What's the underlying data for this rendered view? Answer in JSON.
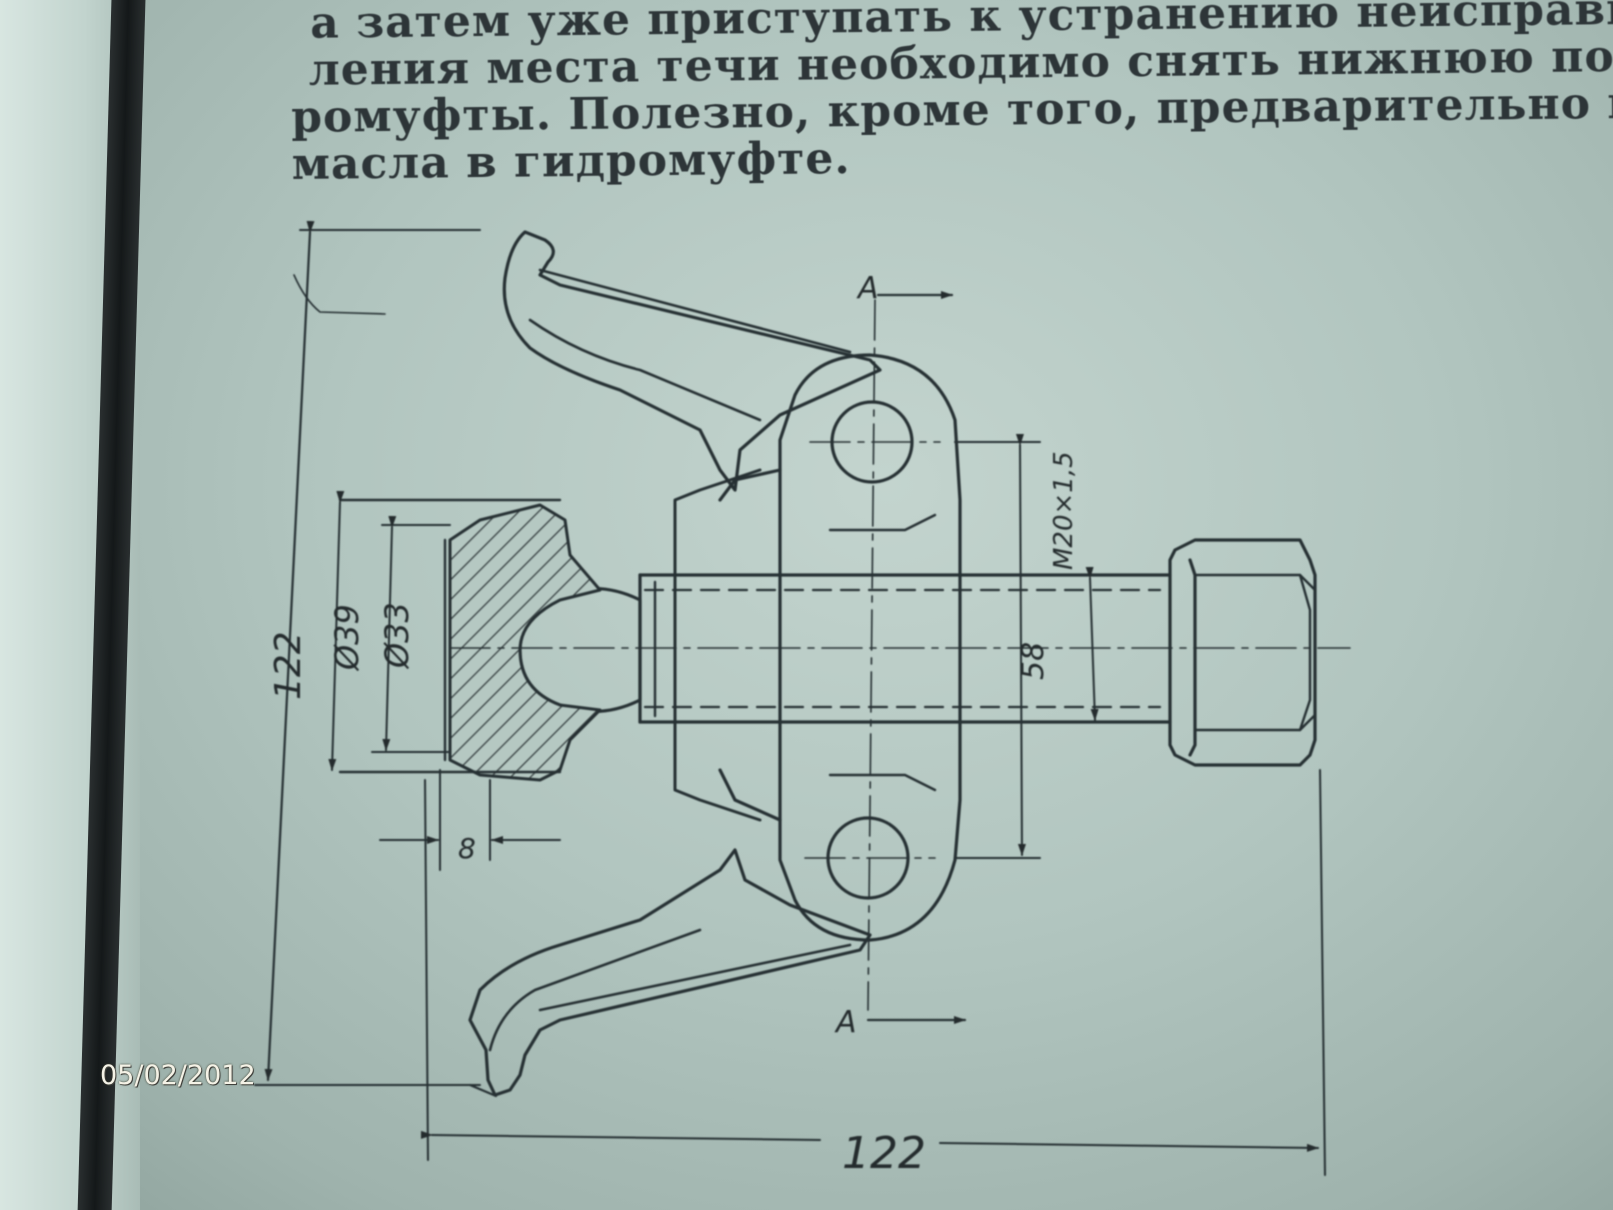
{
  "document": {
    "text_lines": [
      "а затем уже приступать к устранению неисправност",
      "ления места течи необходимо снять нижнюю половину",
      "ромуфты. Полезно, кроме того, предварительно про",
      "масла в гидромуфте."
    ]
  },
  "drawing": {
    "section_label_top": "А",
    "section_label_bottom": "А",
    "dim_height_overall": "122",
    "dim_width_overall": "122",
    "dim_outer_diameter": "Ø39",
    "dim_inner_diameter": "Ø33",
    "dim_thread": "M20×1,5",
    "dim_center_distance": "58",
    "dim_lip": "8"
  },
  "photo": {
    "date_stamp": "05/02/2012"
  }
}
